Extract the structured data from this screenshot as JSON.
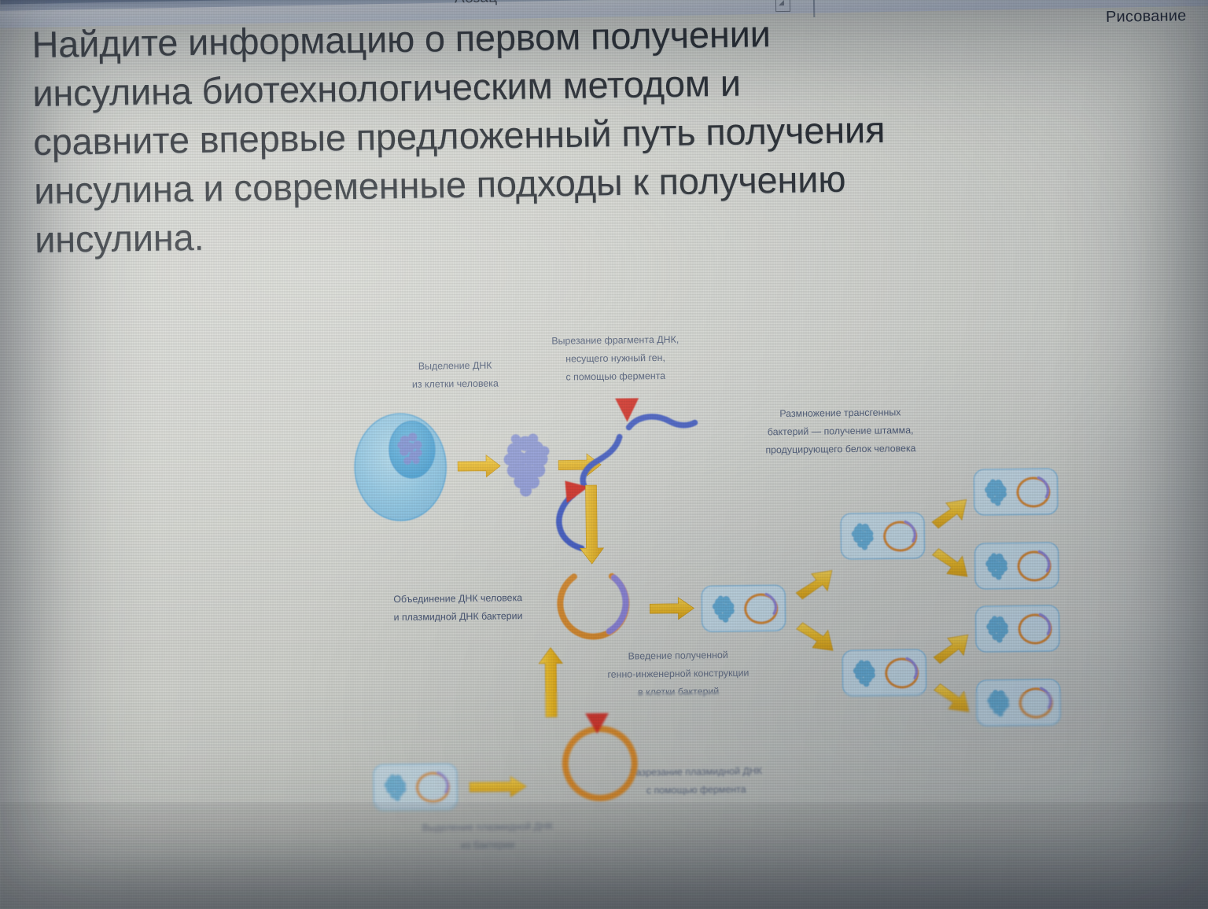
{
  "app": {
    "ribbon": {
      "group_label": "Абзац",
      "tab_label": "Рисование",
      "launcher_icon": "dialog-launcher-icon"
    }
  },
  "document": {
    "heading_lines": [
      "Найдите информацию о первом получении",
      "инсулина биотехнологическим методом и",
      "сравните впервые предложенный путь получения",
      "инсулина и современные подходы к получению",
      "инсулина."
    ]
  },
  "diagram": {
    "title_semantic": "recombinant-insulin-production-scheme",
    "labels": {
      "extract_human_dna": [
        "Выделение ДНК",
        "из клетки человека"
      ],
      "cut_gene_fragment": [
        "Вырезание фрагмента ДНК,",
        "несущего нужный ген,",
        "с помощью фермента"
      ],
      "multiply_transgenic": [
        "Размножение трансгенных",
        "бактерий — получение штамма,",
        "продуцирующего белок человека"
      ],
      "join_dna": [
        "Объединение ДНК человека",
        "и плазмидной ДНК бактерии"
      ],
      "insert_construct": [
        "Введение полученной",
        "генно-инженерной конструкции",
        "в клетки бактерий"
      ],
      "cut_plasmid": [
        "Разрезание плазмидной ДНК",
        "с помощью фермента"
      ],
      "extract_plasmid": [
        "Выделение плазмидной ДНК",
        "из бактерии"
      ]
    },
    "colors": {
      "cell_fill": "#7fc2e8",
      "nucleus_fill": "#4aa3d8",
      "chromatin": "#7f8fd6",
      "arrow_yellow": "#e8b520",
      "arrow_gold": "#f0c22c",
      "enzyme_red": "#d8281c",
      "dna_blue": "#3a57c4",
      "plasmid_orange": "#d98a2b",
      "insert_purple": "#8a82d8",
      "bacterium_fill": "#bfe0f4",
      "bacterium_stroke": "#7fb8dd",
      "bacterium_chromatin": "#5aa8d4",
      "label_text": "#3b4a6b"
    }
  }
}
